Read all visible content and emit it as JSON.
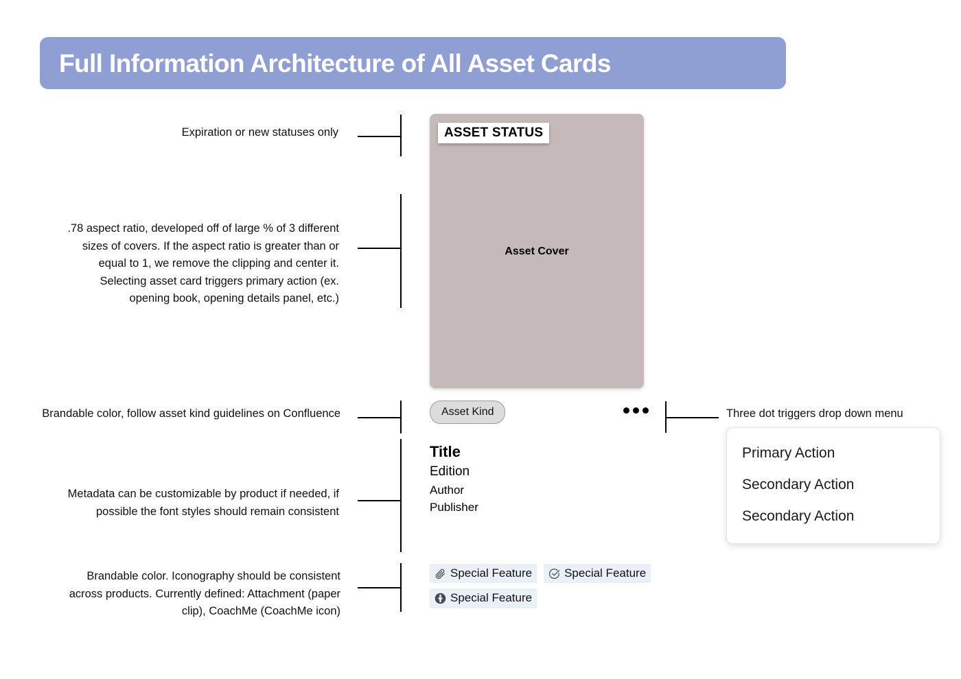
{
  "page": {
    "title": "Full Information Architecture of All Asset Cards",
    "banner_color": "#8f9ed3",
    "background": "#ffffff"
  },
  "card": {
    "status_badge": "ASSET STATUS",
    "cover_label": "Asset Cover",
    "cover_color": "#c5b9b9",
    "asset_kind": "Asset Kind",
    "metadata": {
      "title": "Title",
      "edition": "Edition",
      "author": "Author",
      "publisher": "Publisher"
    },
    "special_features": [
      {
        "icon": "paperclip-icon",
        "label": "Special Feature"
      },
      {
        "icon": "check-circle-icon",
        "label": "Special Feature"
      },
      {
        "icon": "coachme-icon",
        "label": "Special Feature"
      }
    ],
    "overflow_menu_icon": "three-dot-menu-icon"
  },
  "dropdown": {
    "items": [
      {
        "label": "Primary Action"
      },
      {
        "label": "Secondary Action"
      },
      {
        "label": "Secondary Action"
      }
    ]
  },
  "annotations": {
    "status": "Expiration or new statuses only",
    "cover": ".78 aspect ratio, developed off of large % of 3 different sizes of covers. If the aspect ratio is greater than or equal to 1, we remove the clipping and center it. Selecting asset card triggers primary action (ex. opening book, opening details panel, etc.)",
    "asset_kind": "Brandable color, follow asset kind guidelines on Confluence",
    "metadata": "Metadata can be customizable by product if needed, if possible the font styles should remain consistent",
    "features": "Brandable color. Iconography should be consistent across products. Currently defined: Attachment (paper clip), CoachMe (CoachMe icon)",
    "three_dot": "Three dot triggers drop down menu"
  }
}
